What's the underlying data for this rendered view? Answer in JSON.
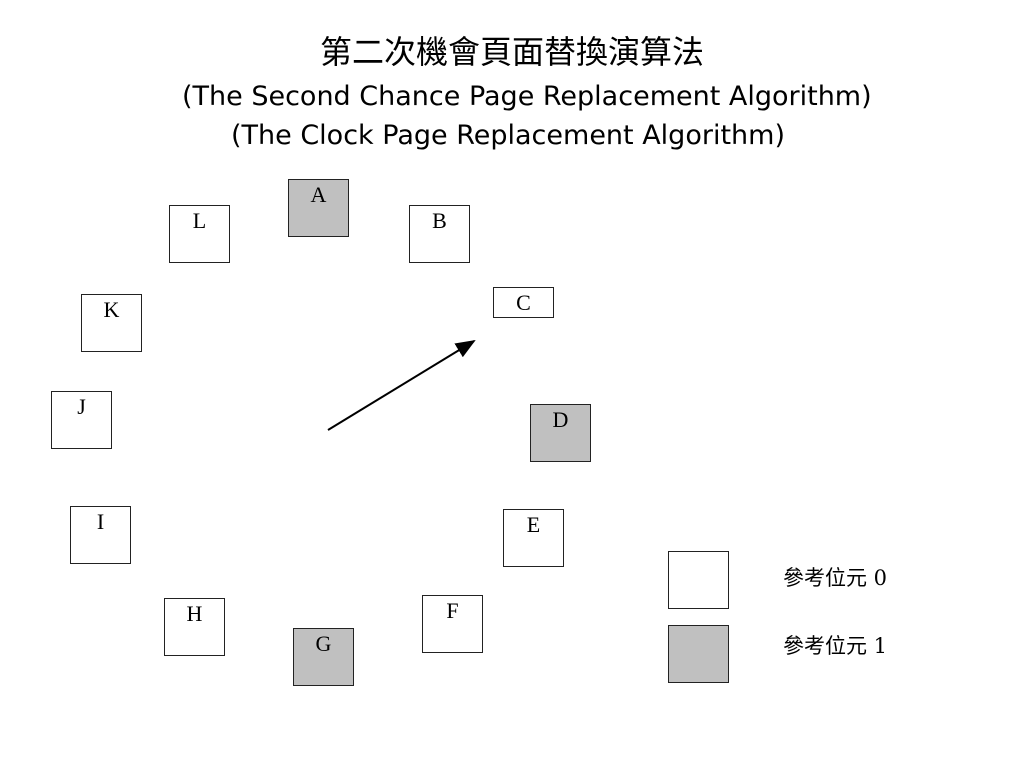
{
  "title": {
    "chinese": "第二次機會頁面替換演算法",
    "english_line1": "(The Second Chance Page Replacement Algorithm)",
    "english_line2": "(The Clock Page Replacement Algorithm)"
  },
  "frames": [
    {
      "label": "A",
      "reference_bit": 1
    },
    {
      "label": "B",
      "reference_bit": 0
    },
    {
      "label": "C",
      "reference_bit": 0
    },
    {
      "label": "D",
      "reference_bit": 1
    },
    {
      "label": "E",
      "reference_bit": 0
    },
    {
      "label": "F",
      "reference_bit": 0
    },
    {
      "label": "G",
      "reference_bit": 1
    },
    {
      "label": "H",
      "reference_bit": 0
    },
    {
      "label": "I",
      "reference_bit": 0
    },
    {
      "label": "J",
      "reference_bit": 0
    },
    {
      "label": "K",
      "reference_bit": 0
    },
    {
      "label": "L",
      "reference_bit": 0
    }
  ],
  "pointer_target": "C",
  "legend": [
    {
      "label": "參考位元 0",
      "reference_bit": 0
    },
    {
      "label": "參考位元 1",
      "reference_bit": 1
    }
  ],
  "colors": {
    "reference_bit_0": "#ffffff",
    "reference_bit_1": "#c0c0c0",
    "border": "#222222"
  }
}
